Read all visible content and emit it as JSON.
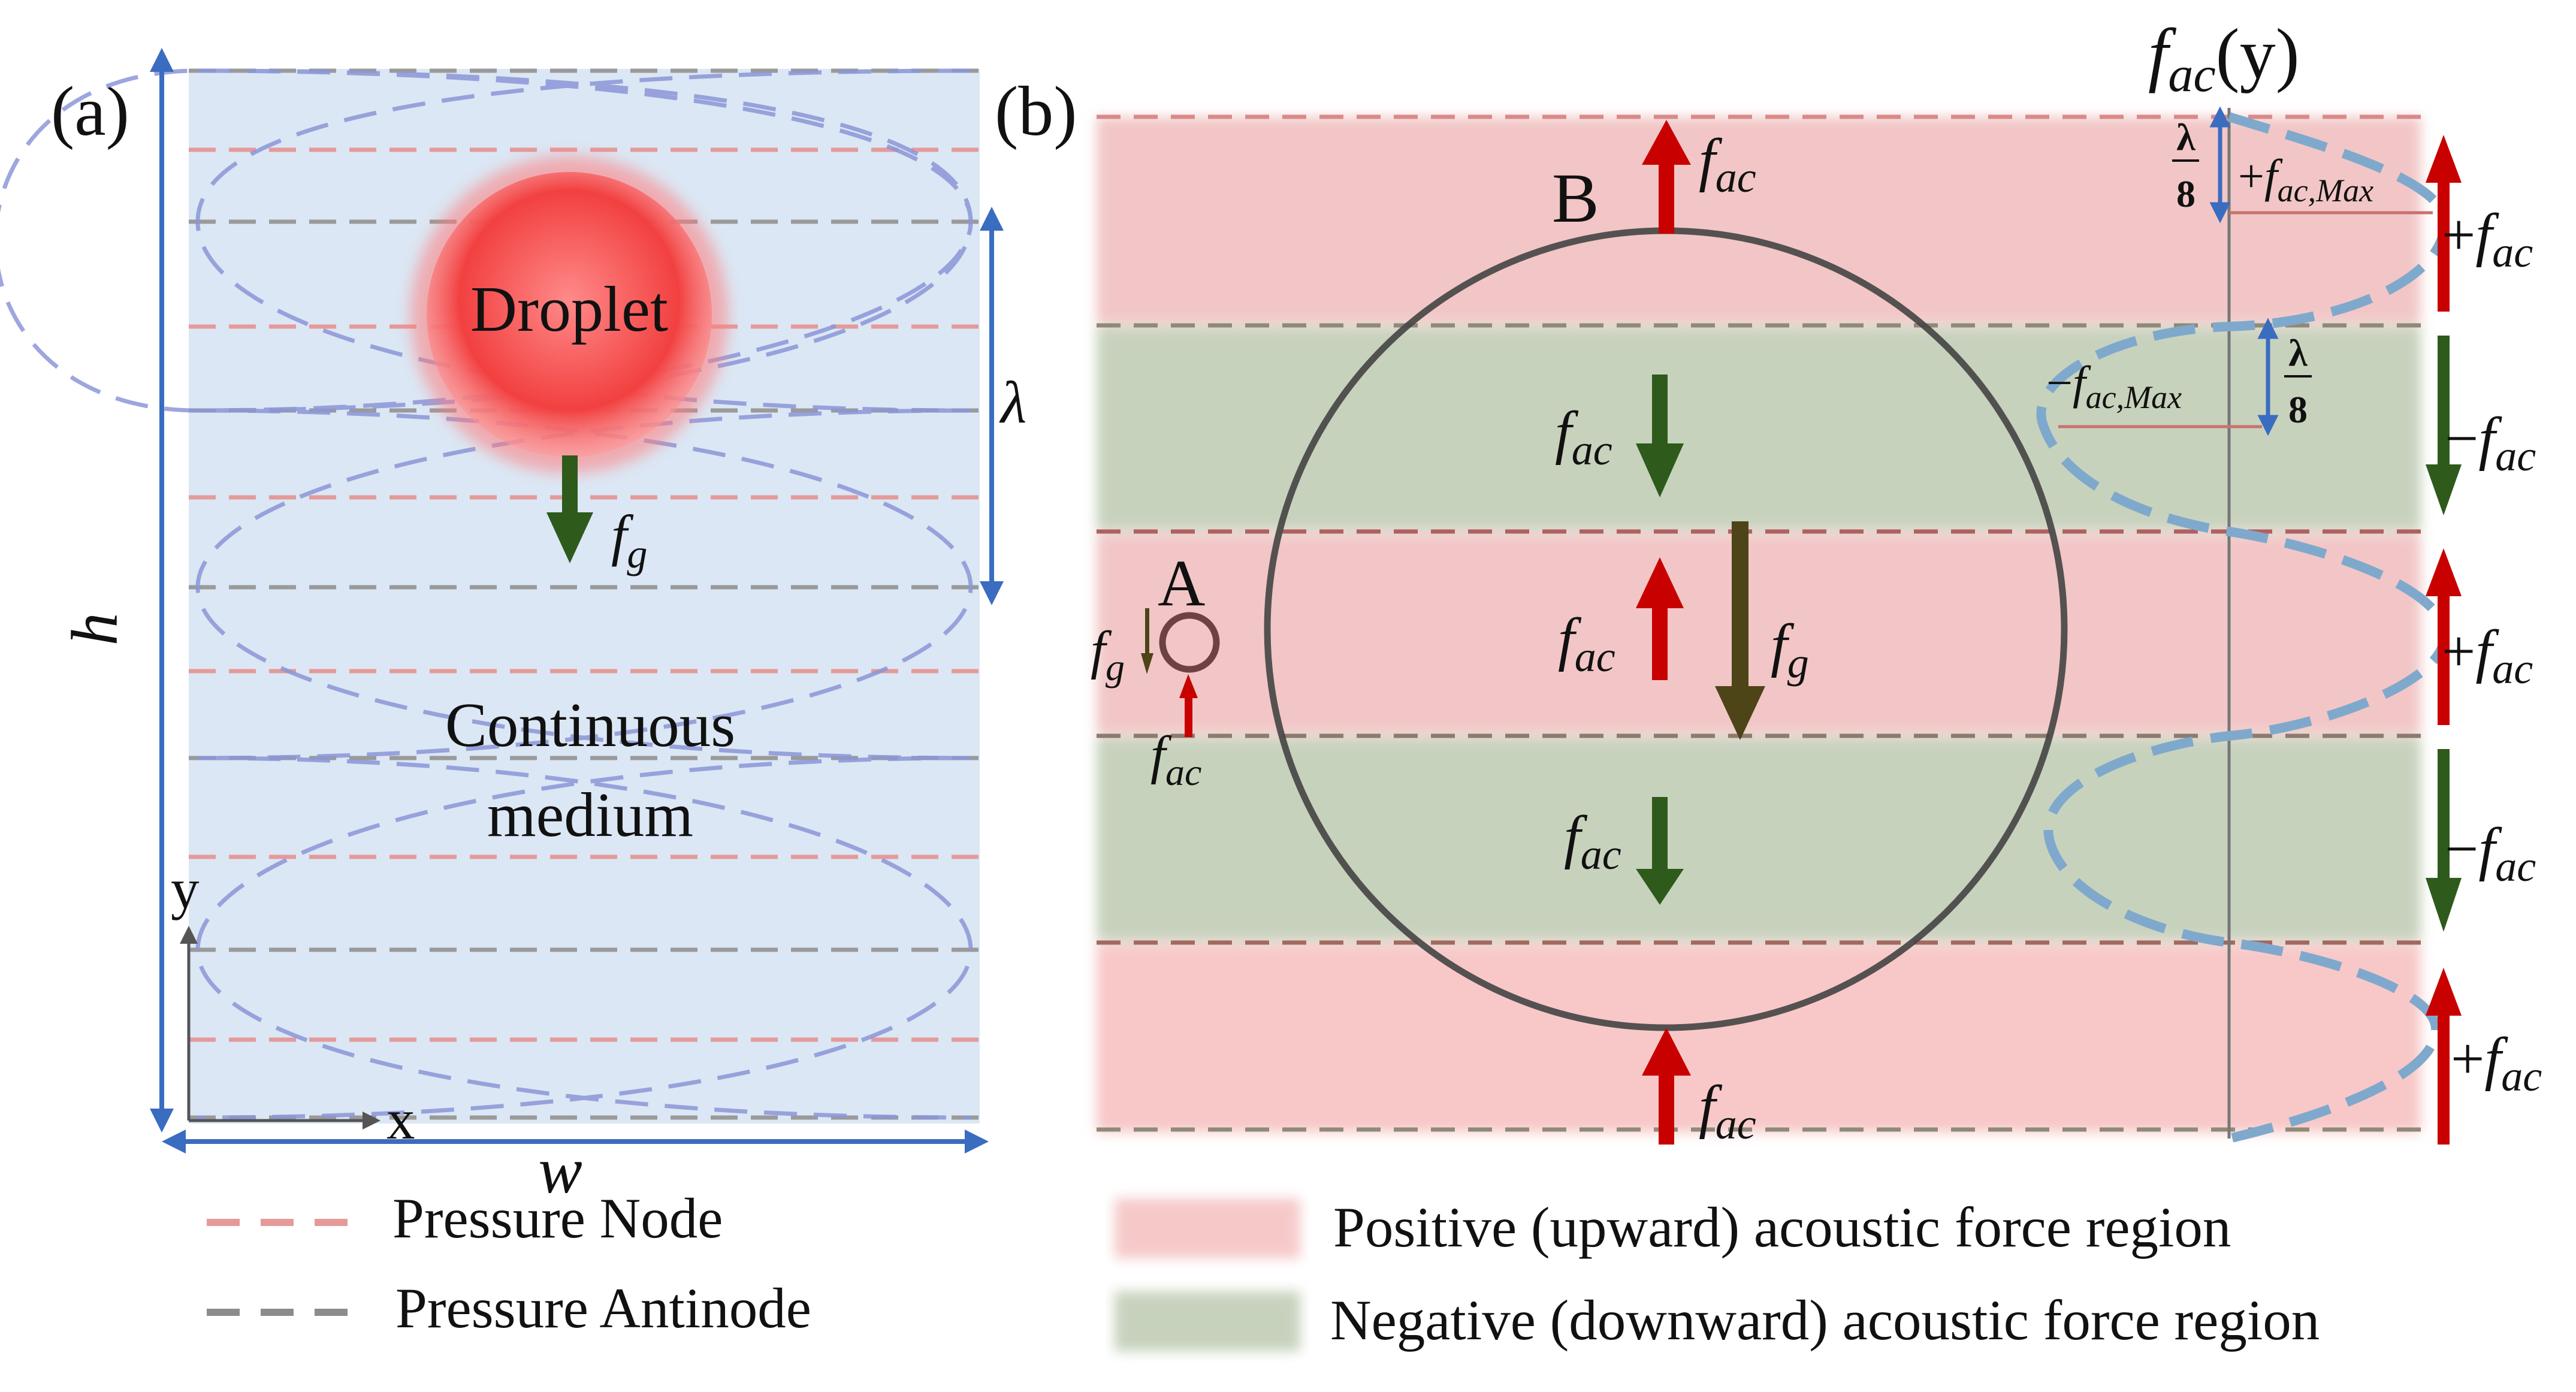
{
  "panel_a": {
    "label": "(a)",
    "droplet": "Droplet",
    "medium_line1": "Continuous",
    "medium_line2": "medium",
    "gravity_f": "f",
    "gravity_sub": "g",
    "height": "h",
    "width": "w",
    "wavelength": "λ",
    "axis_y": "y",
    "axis_x": "x"
  },
  "legend_a": {
    "node": "Pressure Node",
    "antinode": "Pressure Antinode"
  },
  "panel_b": {
    "label": "(b)",
    "curve_title_f": "f",
    "curve_title_sub": "ac",
    "curve_title_arg": "(y)",
    "point_b": "B",
    "point_a": "A",
    "force_f": "f",
    "sub_ac": "ac",
    "sub_g": "g",
    "plus": "+",
    "minus": "−",
    "max_pos_sub": "ac,Max",
    "max_neg_sub": "ac,Max",
    "lambda_num": "λ",
    "lambda_den": "8"
  },
  "legend_b": {
    "positive": "Positive (upward) acoustic force region",
    "negative": "Negative (downward) acoustic force region"
  },
  "colors": {
    "medium_bg": "#dbe7f4",
    "node_dash": "#e59a9a",
    "antinode_dash": "#8c8c8c",
    "wave": "#8c96d8",
    "blue_arrow": "#3a6cc0",
    "droplet": "#f24a4a",
    "green_arrow": "#2e5a1c",
    "red_arrow": "#c80000",
    "positive_region": "#f6c9c9",
    "negative_region": "#c7d2bd",
    "fac_curve": "#7fa9cc"
  }
}
